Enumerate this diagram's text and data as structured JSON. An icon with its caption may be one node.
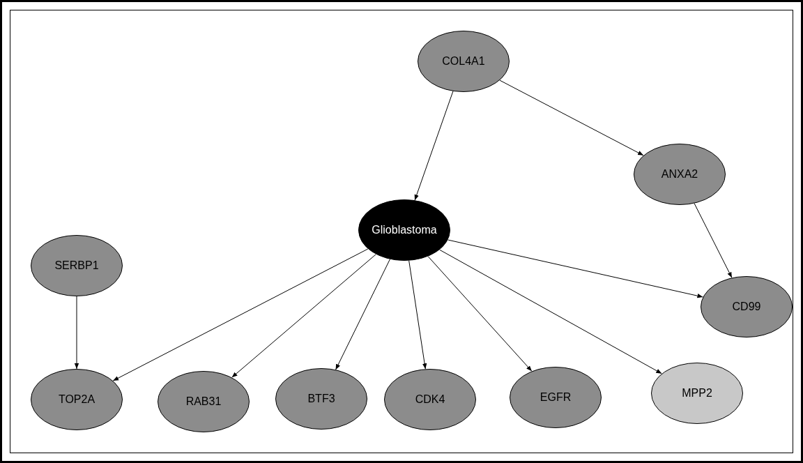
{
  "diagram": {
    "nodes": [
      {
        "text": [
          "COL4A1"
        ]
      },
      {
        "text": [
          "ANXA2"
        ]
      },
      {
        "text": [
          "Glioblastoma"
        ]
      },
      {
        "text": [
          "SERBP1"
        ]
      },
      {
        "text": [
          "CD99"
        ]
      },
      {
        "text": [
          "TOP2A"
        ]
      },
      {
        "text": [
          "RAB31"
        ]
      },
      {
        "text": [
          "BTF3"
        ]
      },
      {
        "text": [
          "CDK4"
        ]
      },
      {
        "text": [
          "EGFR"
        ]
      },
      {
        "text": [
          "MPP2"
        ]
      }
    ],
    "edges": [
      {
        "from": 0,
        "to": 2,
        "arrow": "to"
      },
      {
        "from": 0,
        "to": 1,
        "arrow": "to"
      },
      {
        "from": 1,
        "to": 4,
        "arrow": "to"
      },
      {
        "from": 3,
        "to": 5,
        "arrow": "to"
      },
      {
        "from": 2,
        "to": 5,
        "arrow": "to"
      },
      {
        "from": 2,
        "to": 6,
        "arrow": "to"
      },
      {
        "from": 2,
        "to": 7,
        "arrow": "to"
      },
      {
        "from": 2,
        "to": 8,
        "arrow": "to"
      },
      {
        "from": 2,
        "to": 9,
        "arrow": "to"
      },
      {
        "from": 2,
        "to": 10,
        "arrow": "to"
      },
      {
        "from": 2,
        "to": 4,
        "arrow": "to"
      }
    ]
  }
}
